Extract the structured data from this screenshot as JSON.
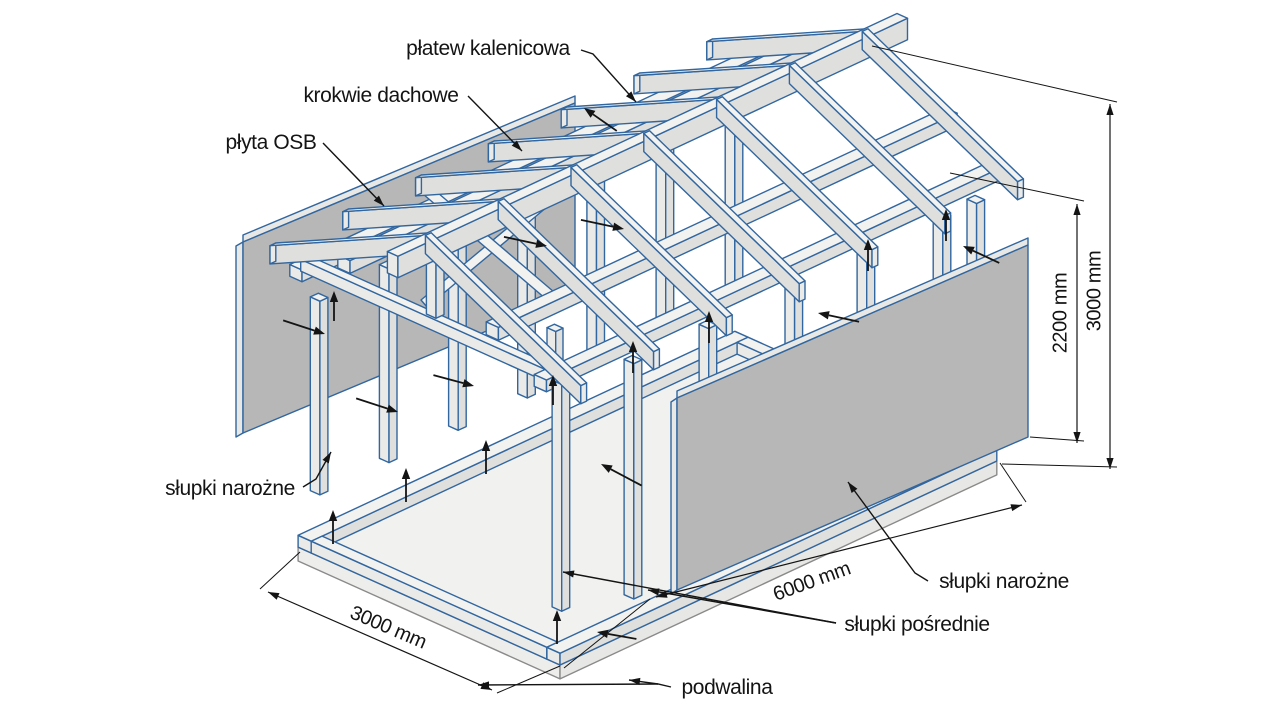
{
  "diagram": {
    "title": "timber-frame-construction-diagram",
    "labels": {
      "ridge_purlin": "płatew kalenicowa",
      "roof_rafters": "krokwie dachowe",
      "osb_board": "płyta OSB",
      "corner_posts_left": "słupki narożne",
      "corner_posts_right": "słupki narożne",
      "intermediate_posts": "słupki pośrednie",
      "sill_plate": "podwalina"
    },
    "dimensions": {
      "width_mm": "3000 mm",
      "length_mm": "6000 mm",
      "wall_height_mm": "2200 mm",
      "total_height_mm": "3000 mm"
    },
    "colors": {
      "outline_blue": "#31669f",
      "beam_top": "#f2f2f0",
      "beam_side": "#dfdfdd",
      "beam_end": "#eaeae8",
      "osb_gray": "#b7b7b7",
      "osb_edge": "#e8e8e6",
      "platform_outline": "#8a8a8a",
      "ink": "#141414",
      "background": "#ffffff"
    }
  }
}
